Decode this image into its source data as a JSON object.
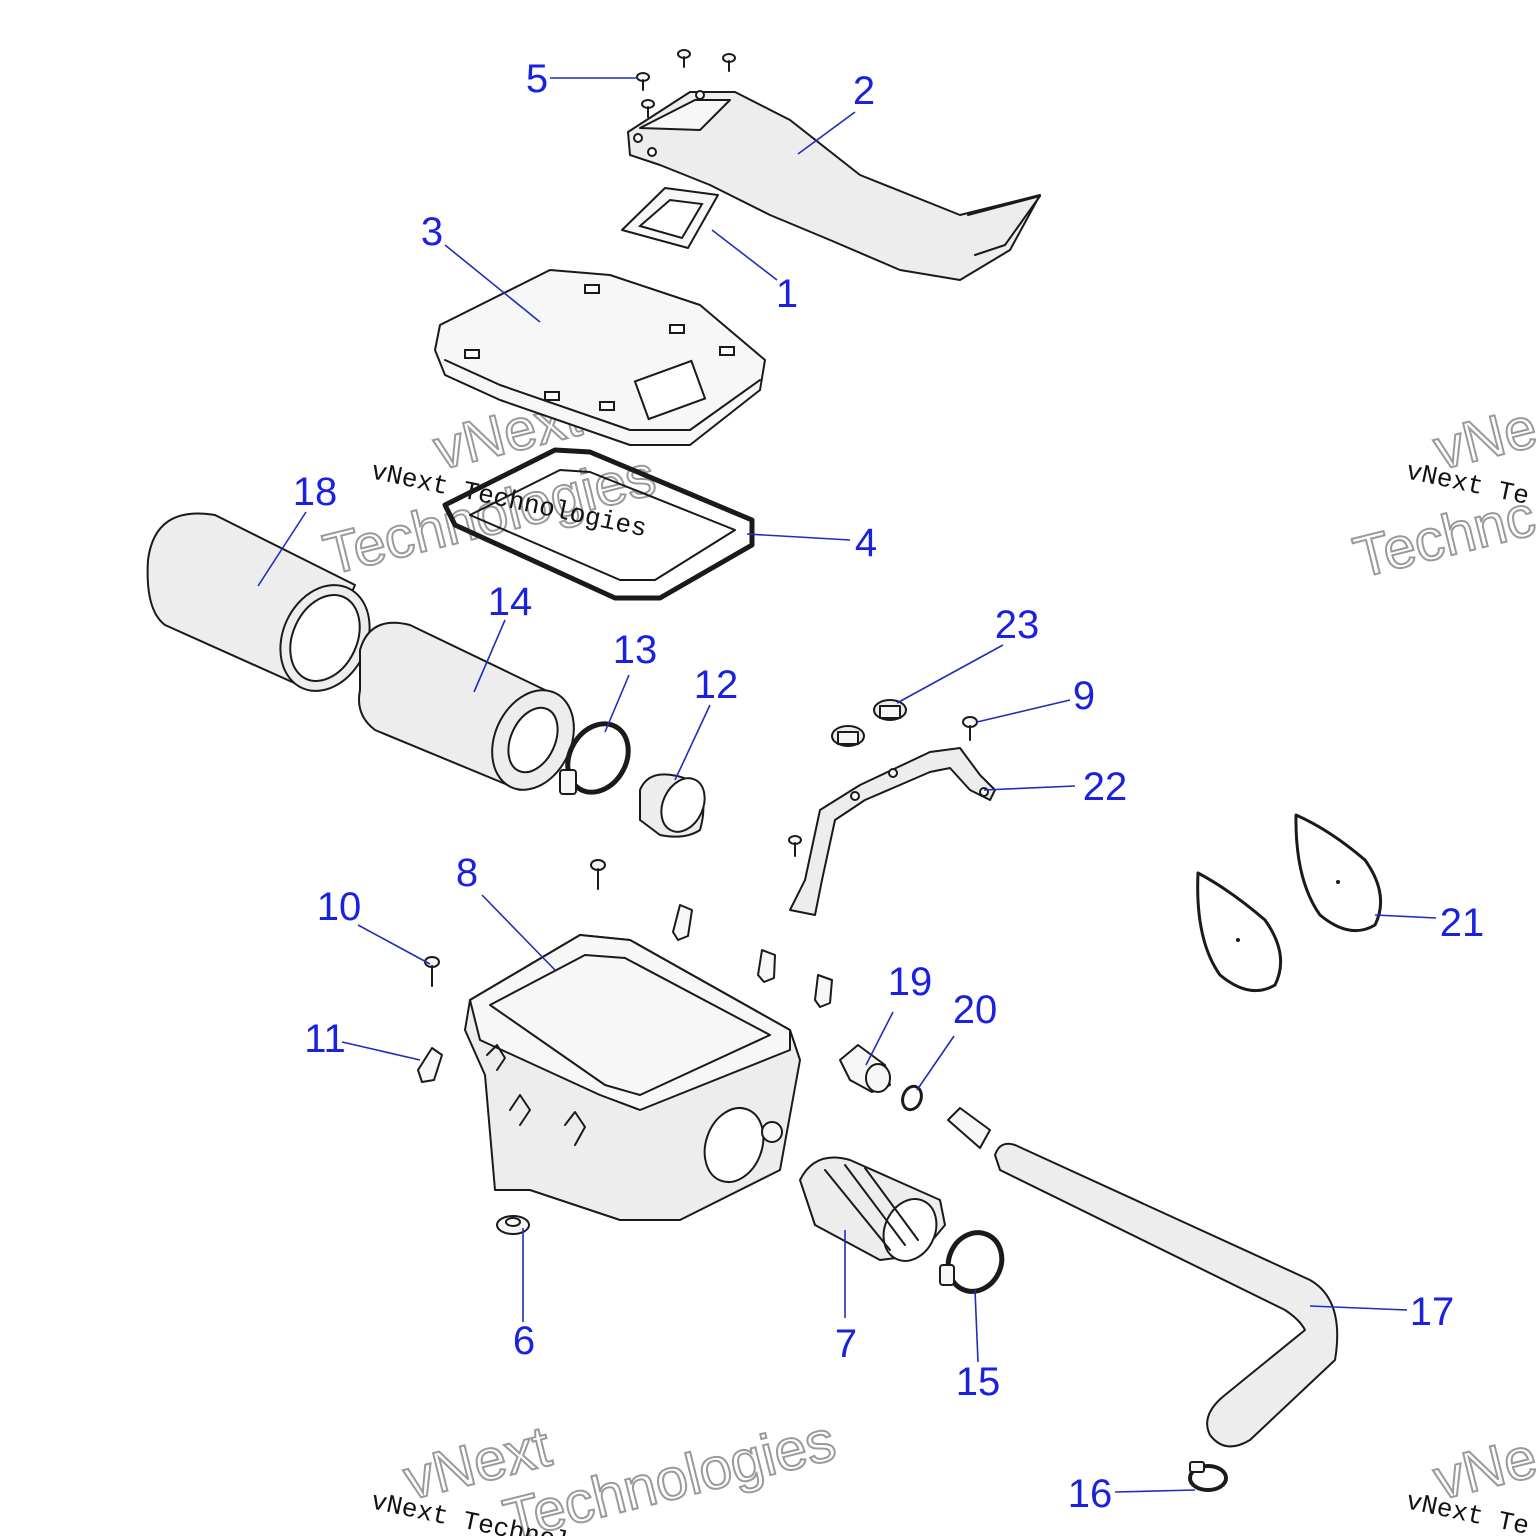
{
  "diagram": {
    "type": "exploded parts diagram",
    "colors": {
      "callout": "#1a22e0",
      "outline": "#1a1a1a",
      "part_fill": "#ededed",
      "watermark_outline": "#9a9a9a"
    },
    "callouts": [
      {
        "id": "1",
        "label": "1"
      },
      {
        "id": "2",
        "label": "2"
      },
      {
        "id": "3",
        "label": "3"
      },
      {
        "id": "4",
        "label": "4"
      },
      {
        "id": "5",
        "label": "5"
      },
      {
        "id": "6",
        "label": "6"
      },
      {
        "id": "7",
        "label": "7"
      },
      {
        "id": "8",
        "label": "8"
      },
      {
        "id": "9",
        "label": "9"
      },
      {
        "id": "10",
        "label": "10"
      },
      {
        "id": "11",
        "label": "11"
      },
      {
        "id": "12",
        "label": "12"
      },
      {
        "id": "13",
        "label": "13"
      },
      {
        "id": "14",
        "label": "14"
      },
      {
        "id": "15",
        "label": "15"
      },
      {
        "id": "16",
        "label": "16"
      },
      {
        "id": "17",
        "label": "17"
      },
      {
        "id": "18",
        "label": "18"
      },
      {
        "id": "19",
        "label": "19"
      },
      {
        "id": "20",
        "label": "20"
      },
      {
        "id": "21",
        "label": "21"
      },
      {
        "id": "22",
        "label": "22"
      },
      {
        "id": "23",
        "label": "23"
      }
    ],
    "watermarks": {
      "text_line": "vNext Technologies",
      "outline_word_1": "vNext",
      "outline_word_2": "Technologies",
      "partial_right_top": "vNext Te",
      "partial_right_top_outline_1": "vNe",
      "partial_right_top_outline_2": "Technc",
      "partial_right_bottom": "vNext Te",
      "partial_right_bottom_outline": "vNe"
    }
  }
}
